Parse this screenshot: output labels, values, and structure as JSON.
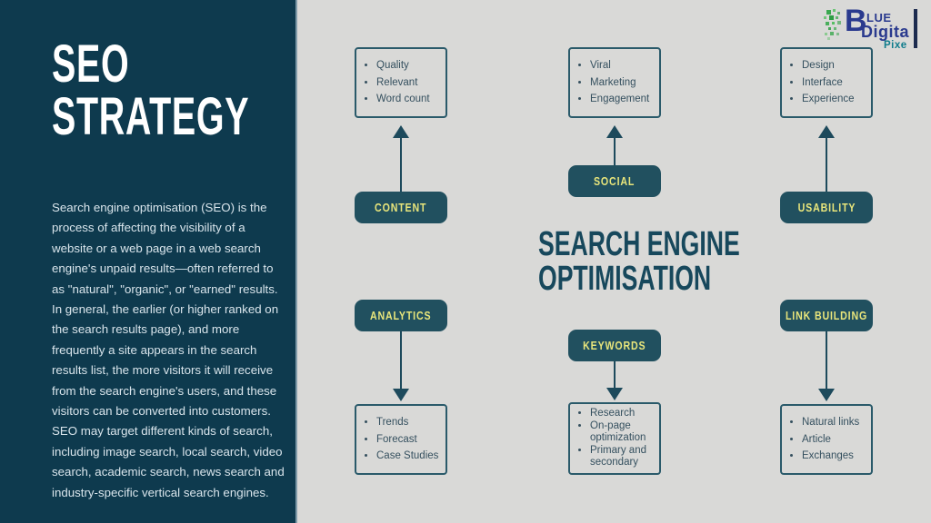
{
  "sidebar": {
    "title_lines": [
      "SEO",
      "STRATEGY"
    ],
    "paragraph": "Search engine optimisation (SEO) is the process of affecting the visibility of a website or a web page in a web search engine's unpaid results—often referred to as \"natural\", \"organic\", or \"earned\" results. In general, the earlier (or higher ranked on the search results page), and more frequently a site appears in the search results list, the more visitors it will receive from the search engine's users, and these visitors can be converted into customers. SEO may target different kinds of search, including image search, local search, video search, academic search, news search and industry-specific vertical search engines."
  },
  "diagram": {
    "center_title_lines": [
      "SEARCH ENGINE",
      "OPTIMISATION"
    ],
    "columns": [
      {
        "id": "content",
        "label": "CONTENT",
        "arrow": "up",
        "items": [
          "Quality",
          "Relevant",
          "Word count"
        ]
      },
      {
        "id": "social",
        "label": "SOCIAL",
        "arrow": "up",
        "items": [
          "Viral",
          "Marketing",
          "Engagement"
        ]
      },
      {
        "id": "usability",
        "label": "USABILITY",
        "arrow": "up",
        "items": [
          "Design",
          "Interface",
          "Experience"
        ]
      },
      {
        "id": "analytics",
        "label": "ANALYTICS",
        "arrow": "down",
        "items": [
          "Trends",
          "Forecast",
          "Case Studies"
        ]
      },
      {
        "id": "keywords",
        "label": "KEYWORDS",
        "arrow": "down",
        "items": [
          "Research",
          "On-page optimization",
          "Primary and secondary"
        ]
      },
      {
        "id": "link-building",
        "label": "LINK BUILDING",
        "arrow": "down",
        "items": [
          "Natural links",
          "Article",
          "Exchanges"
        ]
      }
    ]
  },
  "logo": {
    "b": "B",
    "lue": "LUE",
    "digital": "Digita",
    "pixel": "Pixe",
    "l_bar": "l"
  },
  "colors": {
    "sidebar_bg": "#0e3a4e",
    "canvas_bg": "#d9d9d7",
    "node_button_bg": "#21505f",
    "node_button_text": "#e8e57b",
    "box_outline": "#2a5a6a",
    "box_text": "#35505f",
    "center_title": "#17485c",
    "arrow": "#1d4a5c",
    "logo_navy": "#2a3a8e",
    "logo_teal": "#0f7c8c",
    "logo_green": "#3aa84f"
  }
}
